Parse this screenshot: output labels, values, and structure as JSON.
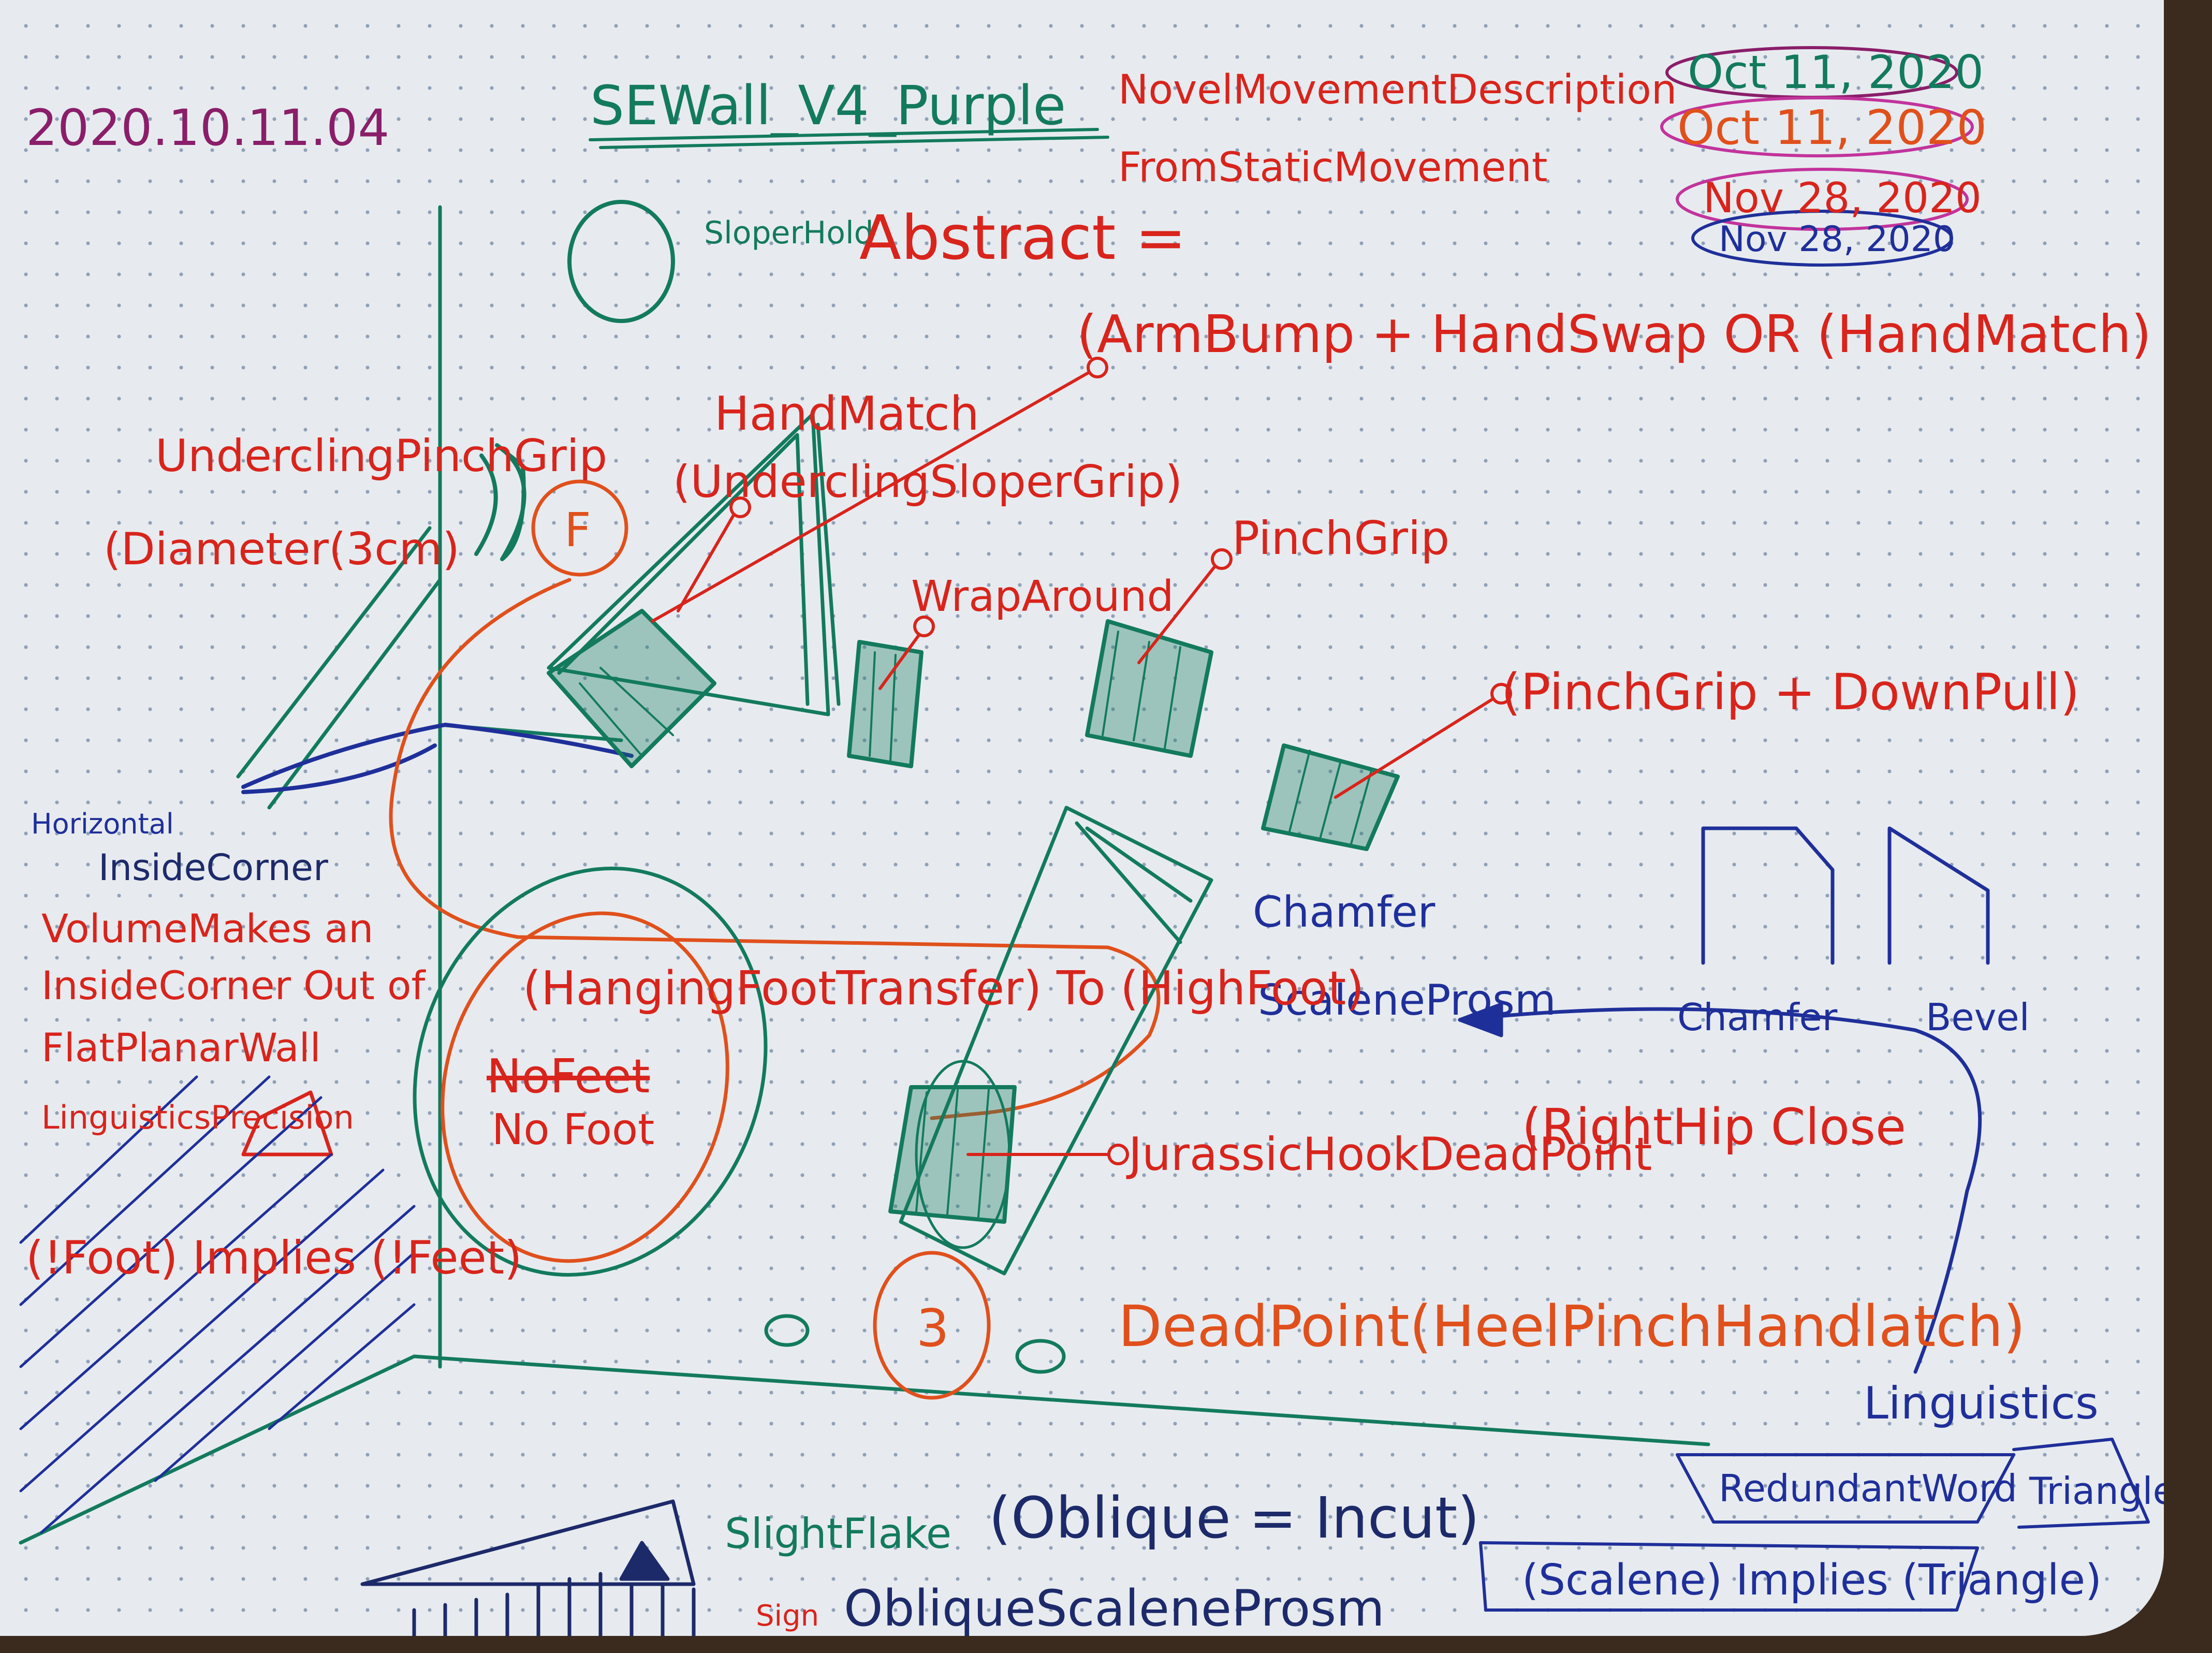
{
  "colors": {
    "red": "#d8241c",
    "orange": "#e0501c",
    "green": "#137a5e",
    "blue": "#1f2f9a",
    "purple": "#8a1e6a",
    "magenta": "#c2339c",
    "navy": "#1d2a6a"
  },
  "header": {
    "date": "2020.10.11.04",
    "title": "SEWall_V4_Purple",
    "movement_desc": "NovelMovementDescription",
    "from_movement": "FromStaticMovement"
  },
  "dates": [
    "Oct 11, 2020",
    "Oct 11, 2020",
    "Nov 28, 2020",
    "Nov 28, 2020"
  ],
  "legend": {
    "sloper_hold": "SloperHold",
    "abstract": "Abstract ="
  },
  "labels": {
    "armbump": "(ArmBump + HandSwap OR (HandMatch) HandSwap",
    "hand_match": "HandMatch",
    "undercling_sloper": "(UnderclingSloperGrip)",
    "undercling_pinch": "UnderclingPinchGrip",
    "diameter": "(Diameter(3cm)",
    "f_marker": "F",
    "wrap_around": "WrapAround",
    "pinch_grip": "PinchGrip",
    "pinch_downpull": "(PinchGrip + DownPull)",
    "horizontal": "Horizontal",
    "inside_corner": "InsideCorner",
    "chamfer_scalene": "Chamfer",
    "scalene_prism": "ScaleneProsm",
    "chamfer": "Chamfer",
    "bevel": "Bevel",
    "hanging_foot": "(HangingFootTransfer) To (HighFoot)",
    "no_feet": "NoFeet",
    "no_foot": "No Foot",
    "volume_note": [
      "VolumeMakes an",
      "InsideCorner Out of",
      "FlatPlanarWall"
    ],
    "linguistics_precision": "LinguisticsPrecision",
    "foot_implies": "(!Foot) Implies (!Feet)",
    "jurassic_deadpoint": "JurassicHookDeadPoint",
    "right_hip": "(RightHip Close",
    "deadpoint_pinch": "DeadPoint(HeelPinchHandlatch)",
    "three_marker": "3",
    "linguistics": "Linguistics",
    "redundant_word": "RedundantWord",
    "triangle": "Triangle",
    "scalene_implies": "(Scalene) Implies (Triangle)",
    "oblique_incut": "(Oblique = Incut)",
    "slight_flake": "SlightFlake",
    "sign_mark": "Sign",
    "oblique_scalene": "ObliqueScaleneProsm"
  }
}
